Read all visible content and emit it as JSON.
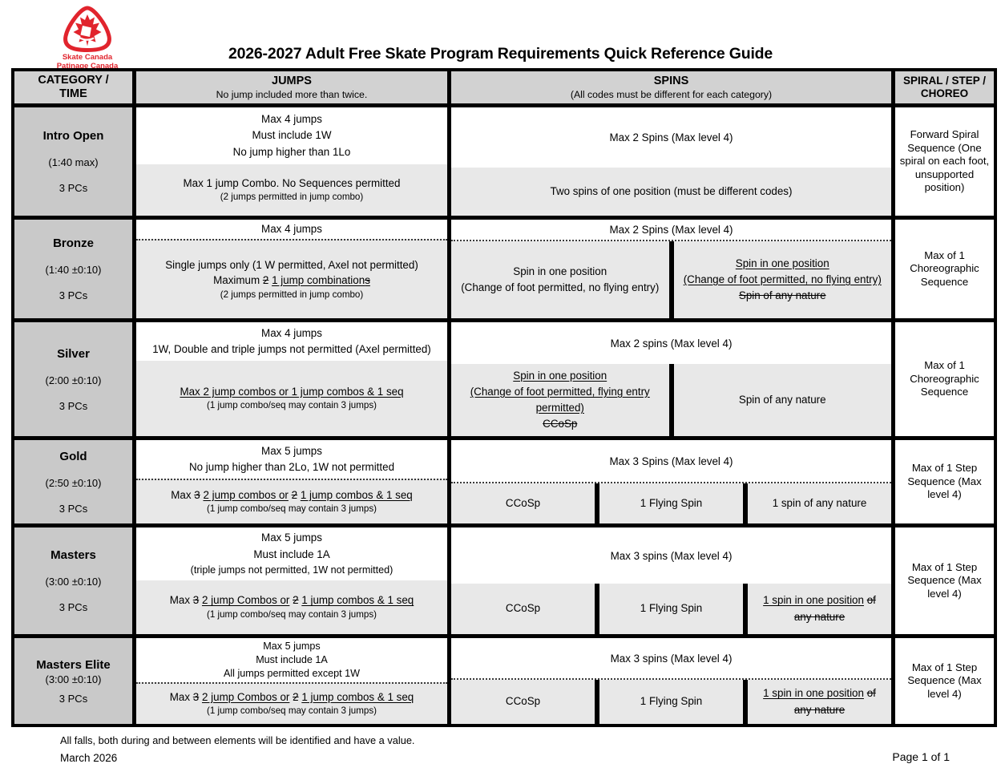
{
  "logo": {
    "line1": "Skate Canada",
    "line2": "Patinage Canada"
  },
  "title": "2026-2027 Adult Free Skate Program Requirements Quick Reference Guide",
  "colors": {
    "logo_red": "#e1242d",
    "header_gray": "#d2d2d2",
    "category_gray": "#c9c9c9",
    "subcell_gray": "#e8e8e8"
  },
  "header": {
    "category_line1": "CATEGORY /",
    "category_line2": "TIME",
    "jumps_title": "JUMPS",
    "jumps_sub": "No jump included more than twice.",
    "spins_title": "SPINS",
    "spins_sub": "(All codes must be different for each category)",
    "spiral_line1": "SPIRAL / STEP /",
    "spiral_line2": "CHOREO"
  },
  "rows": {
    "intro": {
      "name": "Intro Open",
      "time": "(1:40 max)",
      "pcs": "3 PCs",
      "jumps_top": [
        "Max 4 jumps",
        "Must include 1W",
        "No jump higher than 1Lo"
      ],
      "combo": {
        "main": "Max 1 jump Combo. No Sequences permitted",
        "sub": "(2 jumps permitted in jump combo)"
      },
      "spins_header": "Max 2 Spins (Max level 4)",
      "spins_single": "Two spins of one position (must be different codes)",
      "spiral": "Forward Spiral Sequence (One spiral on each foot, unsupported position)"
    },
    "bronze": {
      "name": "Bronze",
      "time": "(1:40 ±0:10)",
      "pcs": "3 PCs",
      "jumps_top": [
        "Max 4 jumps"
      ],
      "combo": {
        "line1": "Single jumps only (1 W permitted, Axel not permitted)",
        "p1": "Maximum",
        "s1": "2",
        "u1": "1 jump combination",
        "us": "s",
        "sub": "(2 jumps permitted in jump combo)"
      },
      "spins_header": "Max 2 Spins (Max level 4)",
      "spin_a": [
        "Spin in one position",
        "(Change of foot permitted, no flying entry)"
      ],
      "spin_b": [
        "Spin in one position",
        "(Change of foot permitted, no flying entry)",
        "Spin of any nature"
      ],
      "spiral": "Max of 1 Choreographic Sequence"
    },
    "silver": {
      "name": "Silver",
      "time": "(2:00 ±0:10)",
      "pcs": "3 PCs",
      "jumps_top": [
        "Max 4 jumps",
        "1W, Double and triple jumps not permitted (Axel permitted)"
      ],
      "combo": {
        "u_main": "Max 2 jump combos or 1 jump combos & 1 seq",
        "sub": "(1 jump combo/seq may contain 3 jumps)"
      },
      "spins_header": "Max 2 spins (Max level 4)",
      "spin_a": [
        "Spin in one position",
        "(Change of foot permitted, flying entry permitted)",
        "CCoSp"
      ],
      "spin_b": "Spin of any nature",
      "spiral": "Max of 1 Choreographic Sequence"
    },
    "gold": {
      "name": "Gold",
      "time": "(2:50 ±0:10)",
      "pcs": "3 PCs",
      "jumps_top": [
        "Max 5 jumps",
        "No jump higher than 2Lo, 1W not permitted"
      ],
      "combo": {
        "p1": "Max",
        "s1": "3",
        "u1": "2 jump combos or",
        "s2": "2",
        "u2": "1 jump combos & 1 seq",
        "sub": "(1 jump combo/seq may contain 3 jumps)"
      },
      "spins_header": "Max 3 Spins (Max level 4)",
      "spin_cells": [
        "CCoSp",
        "1 Flying Spin",
        "1 spin of any nature"
      ],
      "spiral": "Max of 1 Step Sequence (Max level 4)"
    },
    "masters": {
      "name": "Masters",
      "time": "(3:00 ±0:10)",
      "pcs": "3 PCs",
      "jumps_top": [
        "Max 5 jumps",
        "Must include 1A",
        "(triple jumps not permitted, 1W not permitted)"
      ],
      "combo": {
        "p1": "Max",
        "s1": "3",
        "u1": "2 jump Combos or",
        "s2": "2",
        "u2": "1 jump combos & 1 seq",
        "sub": "(1 jump combo/seq may contain 3 jumps)"
      },
      "spins_header": "Max 3 spins (Max level 4)",
      "spin_cells": [
        "CCoSp",
        "1 Flying Spin"
      ],
      "spin_c": {
        "u": "1 spin in one position",
        "strike": "of any nature"
      },
      "spiral": "Max of 1 Step Sequence (Max level 4)"
    },
    "masters_elite": {
      "name": "Masters Elite",
      "time": "(3:00 ±0:10)",
      "pcs": "3 PCs",
      "jumps_top": [
        "Max 5 jumps",
        "Must include 1A",
        "All jumps permitted except 1W"
      ],
      "combo": {
        "p1": "Max",
        "s1": "3",
        "u1": "2 jump Combos or",
        "s2": "2",
        "u2": "1 jump combos & 1 seq",
        "sub": "(1 jump combo/seq may contain 3 jumps)"
      },
      "spins_header": "Max 3 spins (Max level 4)",
      "spin_cells": [
        "CCoSp",
        "1 Flying Spin"
      ],
      "spin_c": {
        "u": "1 spin in one position",
        "strike": "of any nature"
      },
      "spiral": "Max of 1 Step Sequence (Max level 4)"
    }
  },
  "footer": {
    "note": "All falls, both during and between elements will be identified and have a value.",
    "date": "March 2026",
    "page": "Page 1 of 1"
  }
}
